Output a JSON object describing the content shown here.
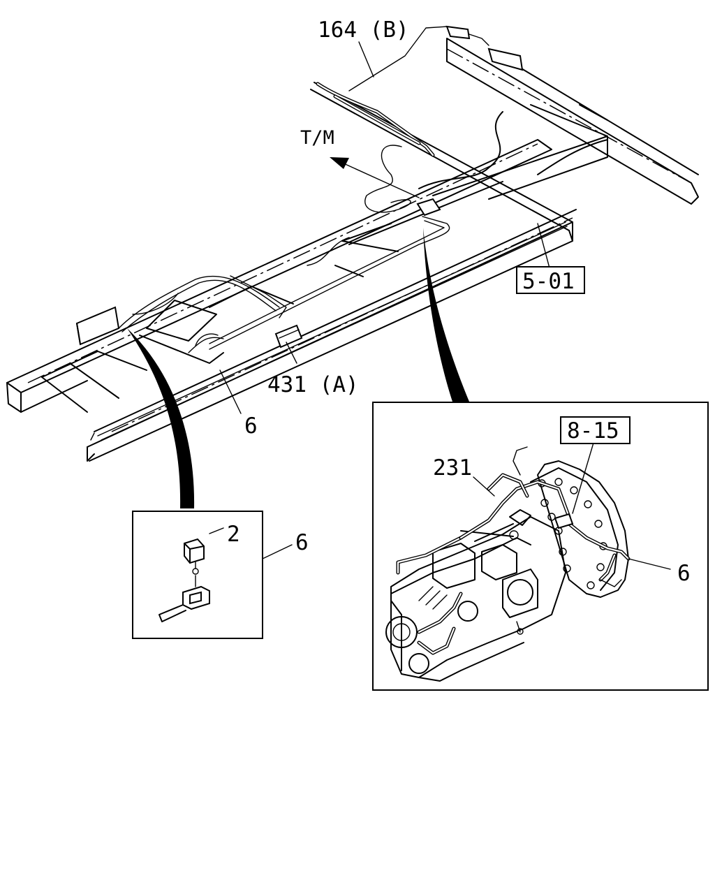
{
  "diagram": {
    "labels": {
      "tm_direction": "T/M",
      "harness_rear": "164 (B)",
      "ref_frame": "5-01",
      "harness_front": "431 (A)",
      "clip_main": "6",
      "detail_left_part": "2",
      "detail_left_ref": "6",
      "detail_right_harness": "231",
      "detail_right_ref": "8-15",
      "detail_right_clip": "6"
    }
  }
}
